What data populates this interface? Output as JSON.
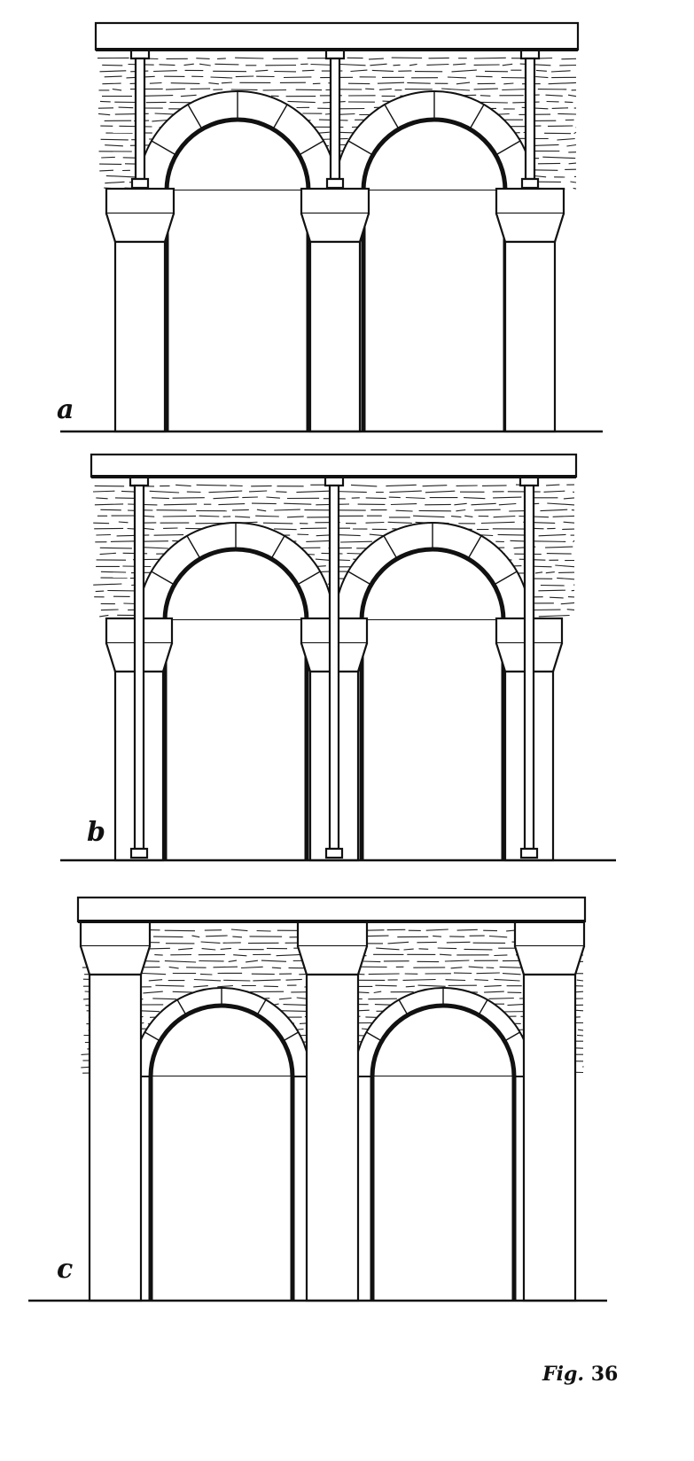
{
  "figure": {
    "panels": [
      {
        "id": "a",
        "label": "a"
      },
      {
        "id": "b",
        "label": "b"
      },
      {
        "id": "c",
        "label": "c"
      }
    ],
    "caption": {
      "prefix": "Fig.",
      "number": "36"
    }
  },
  "colors": {
    "ink": "#111111",
    "paper": "#ffffff"
  }
}
